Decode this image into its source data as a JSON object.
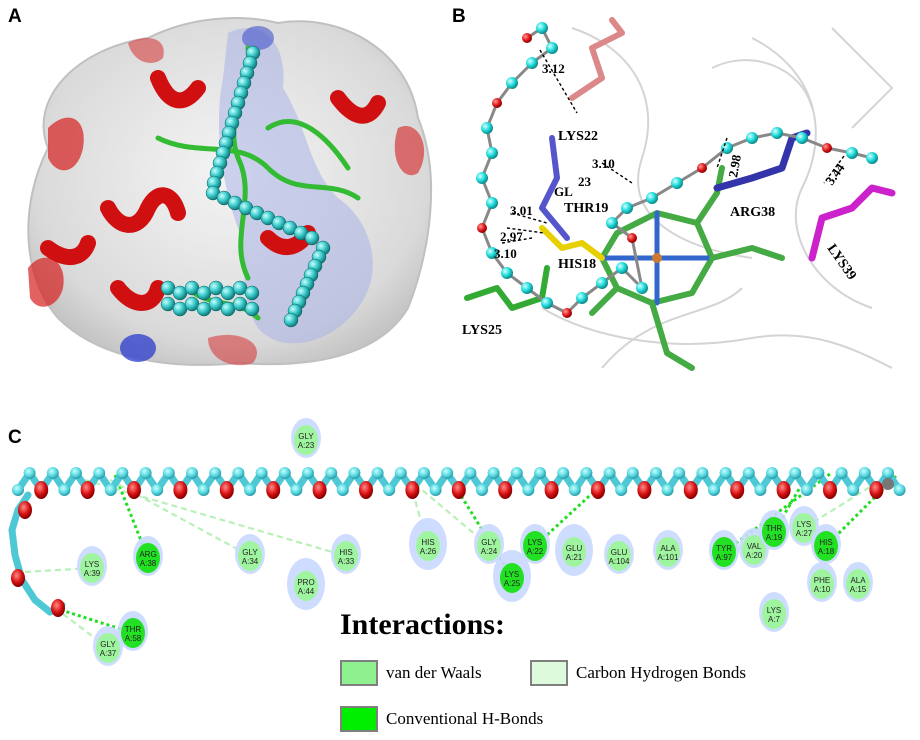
{
  "panels": {
    "a": "A",
    "b": "B",
    "c": "C"
  },
  "panel_b_labels": {
    "lys22": "LYS22",
    "thr19": "THR19",
    "his18": "HIS18",
    "lys25": "LYS25",
    "arg38": "ARG38",
    "lys39": "LYS39",
    "glu": "GL",
    "u23": "23",
    "d312": "3.12",
    "d310a": "3.10",
    "d301": "3.01",
    "d297": "2.97",
    "d310b": "3.10",
    "d298": "2.98",
    "d344": "3.44"
  },
  "residues": [
    {
      "id": "r1",
      "line1": "LYS",
      "line2": "A:39",
      "type": "vdw"
    },
    {
      "id": "r2",
      "line1": "ARG",
      "line2": "A:38",
      "type": "hbond"
    },
    {
      "id": "r3",
      "line1": "THR",
      "line2": "A:58",
      "type": "hbond"
    },
    {
      "id": "r4",
      "line1": "GLY",
      "line2": "A:37",
      "type": "vdw"
    },
    {
      "id": "r5",
      "line1": "GLY",
      "line2": "A:23",
      "type": "vdw"
    },
    {
      "id": "r6",
      "line1": "GLY",
      "line2": "A:34",
      "type": "vdw"
    },
    {
      "id": "r7",
      "line1": "PRO",
      "line2": "A:44",
      "type": "vdw"
    },
    {
      "id": "r8",
      "line1": "HIS",
      "line2": "A:33",
      "type": "vdw"
    },
    {
      "id": "r9",
      "line1": "HIS",
      "line2": "A:26",
      "type": "vdw"
    },
    {
      "id": "r10",
      "line1": "GLY",
      "line2": "A:24",
      "type": "vdw"
    },
    {
      "id": "r11",
      "line1": "LYS",
      "line2": "A:25",
      "type": "hbond"
    },
    {
      "id": "r12",
      "line1": "LYS",
      "line2": "A:22",
      "type": "hbond"
    },
    {
      "id": "r13",
      "line1": "GLU",
      "line2": "A:21",
      "type": "vdw"
    },
    {
      "id": "r14",
      "line1": "GLU",
      "line2": "A:104",
      "type": "vdw"
    },
    {
      "id": "r15",
      "line1": "ALA",
      "line2": "A:101",
      "type": "vdw"
    },
    {
      "id": "r16",
      "line1": "TYR",
      "line2": "A:97",
      "type": "hbond"
    },
    {
      "id": "r17",
      "line1": "VAL",
      "line2": "A:20",
      "type": "vdw"
    },
    {
      "id": "r18",
      "line1": "THR",
      "line2": "A:19",
      "type": "hbond"
    },
    {
      "id": "r19",
      "line1": "LYS",
      "line2": "A:27",
      "type": "vdw"
    },
    {
      "id": "r20",
      "line1": "HIS",
      "line2": "A:18",
      "type": "hbond"
    },
    {
      "id": "r21",
      "line1": "PHE",
      "line2": "A:10",
      "type": "vdw"
    },
    {
      "id": "r22",
      "line1": "ALA",
      "line2": "A:15",
      "type": "vdw"
    },
    {
      "id": "r23",
      "line1": "LYS",
      "line2": "A:7",
      "type": "vdw"
    }
  ],
  "legend": {
    "title": "Interactions:",
    "items": [
      {
        "label": "van der Waals",
        "color": "#8ff08f"
      },
      {
        "label": "Carbon Hydrogen Bonds",
        "color": "#ddfadd"
      },
      {
        "label": "Conventional H-Bonds",
        "color": "#00ee00"
      }
    ]
  },
  "colors": {
    "helix": "#cc0000",
    "coil": "#33bb33",
    "ligand_ball": "#33cccc",
    "oxygen": "#dd1111",
    "hbond_line": "#22dd22",
    "vdw_ring": "#cfe0ff"
  }
}
